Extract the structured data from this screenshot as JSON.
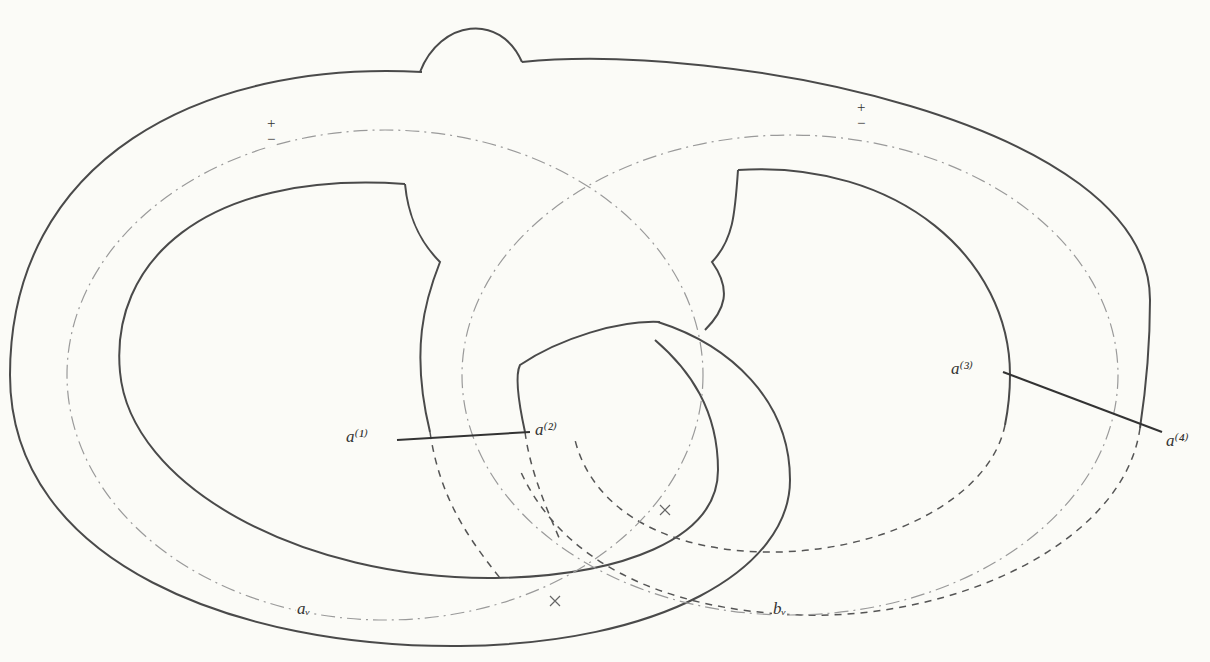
{
  "diagram": {
    "labels": [
      "+",
      "−",
      "+",
      "−",
      "a⁽¹⁾",
      "a⁽²⁾",
      "a⁽³⁾",
      "a⁽⁴⁾",
      "aᵥ",
      "bᵥ"
    ]
  }
}
